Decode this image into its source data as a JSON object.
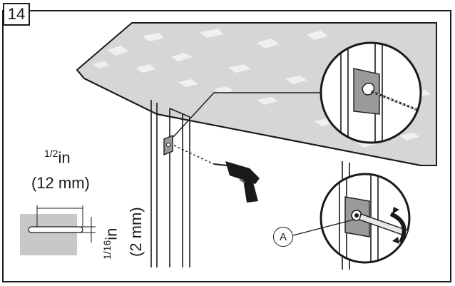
{
  "step": {
    "number": "14"
  },
  "dimensions": {
    "slot_width_fraction": "1/2",
    "slot_width_unit": "in",
    "slot_width_metric": "(12 mm)",
    "slot_depth_fraction": "1/16",
    "slot_depth_unit": "in",
    "slot_depth_metric": "(2 mm)"
  },
  "callouts": {
    "a": "A"
  },
  "colors": {
    "line": "#1a1a1a",
    "countertop": "#d6d6d6",
    "board": "#c8c8c8",
    "bracket": "#9a9a9a"
  }
}
